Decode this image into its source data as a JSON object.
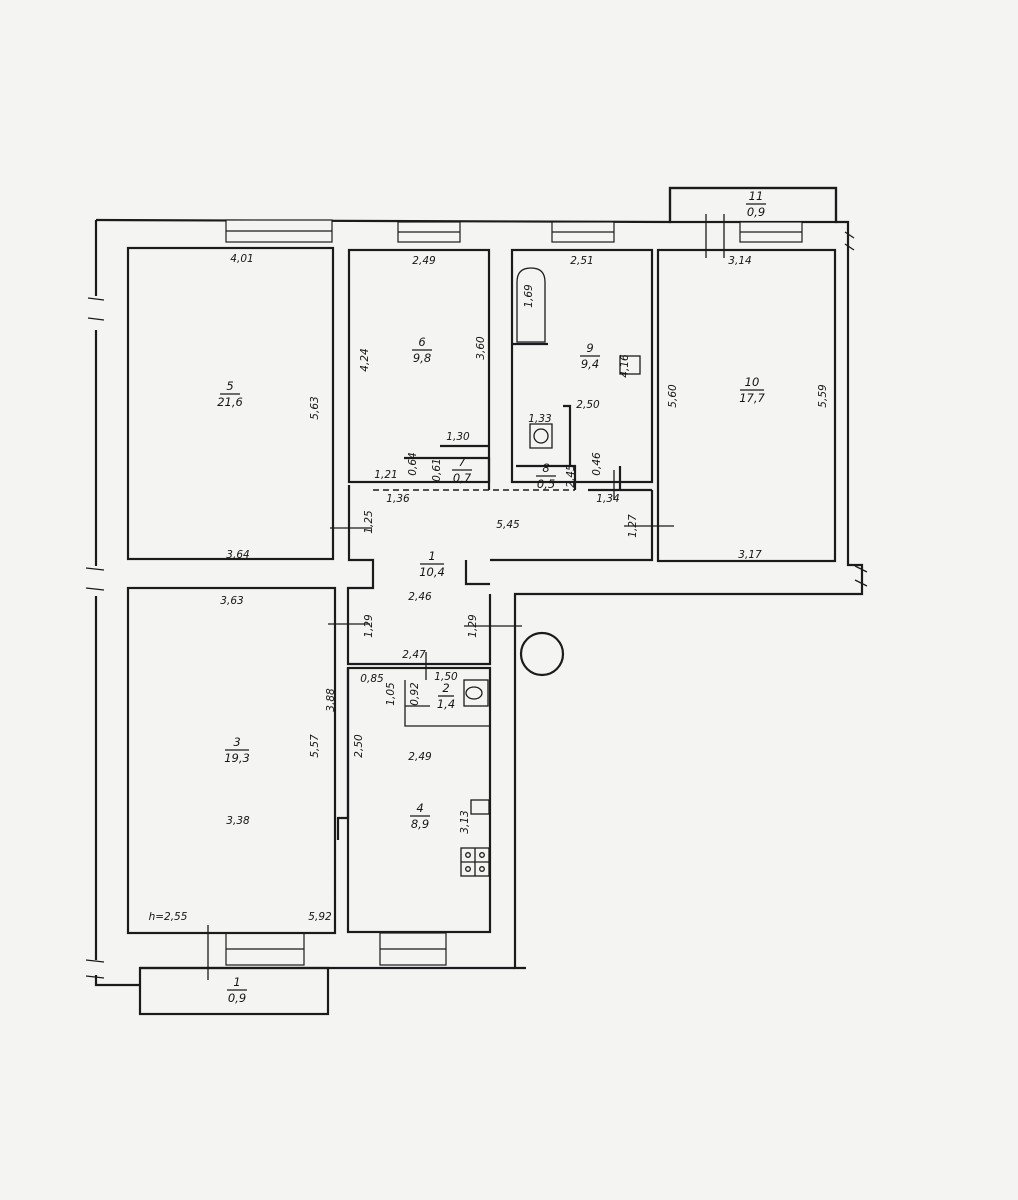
{
  "rooms": {
    "r1": {
      "num": "1",
      "area": "10,4"
    },
    "r2": {
      "num": "2",
      "area": "1,4"
    },
    "r3": {
      "num": "3",
      "area": "19,3"
    },
    "r4": {
      "num": "4",
      "area": "8,9"
    },
    "r5": {
      "num": "5",
      "area": "21,6"
    },
    "r6": {
      "num": "6",
      "area": "9,8"
    },
    "r7": {
      "num": "7",
      "area": "0,7"
    },
    "r8": {
      "num": "8",
      "area": "0,5"
    },
    "r9": {
      "num": "9",
      "area": "9,4"
    },
    "r10": {
      "num": "10",
      "area": "17,7"
    },
    "r11": {
      "num": "11",
      "area": "0,9"
    },
    "balc": {
      "num": "1",
      "area": "0,9"
    }
  },
  "dims": {
    "d401": "4,01",
    "d249a": "2,49",
    "d251": "2,51",
    "d314": "3,14",
    "d563": "5,63",
    "d424": "4,24",
    "d360": "3,60",
    "d169": "1,69",
    "d416": "4,16",
    "d560": "5,60",
    "d559": "5,59",
    "d133": "1,33",
    "d250a": "2,50",
    "d130": "1,30",
    "d064": "0,64",
    "d061": "0,61",
    "d121": "1,21",
    "d136": "1,36",
    "d245": "2,45",
    "d046": "0,46",
    "d134": "1,34",
    "d125": "1,25",
    "d545": "5,45",
    "d127": "1,27",
    "d364": "3,64",
    "d317": "3,17",
    "d363": "3,63",
    "d246": "2,46",
    "d129a": "1,29",
    "d129b": "1,29",
    "d247": "2,47",
    "d085": "0,85",
    "d105": "1,05",
    "d092": "0,92",
    "d150": "1,50",
    "d388": "3,88",
    "d557": "5,57",
    "d250b": "2,50",
    "d249b": "2,49",
    "d313": "3,13",
    "d338": "3,38",
    "d592": "5,92",
    "h": "h=2,55"
  }
}
